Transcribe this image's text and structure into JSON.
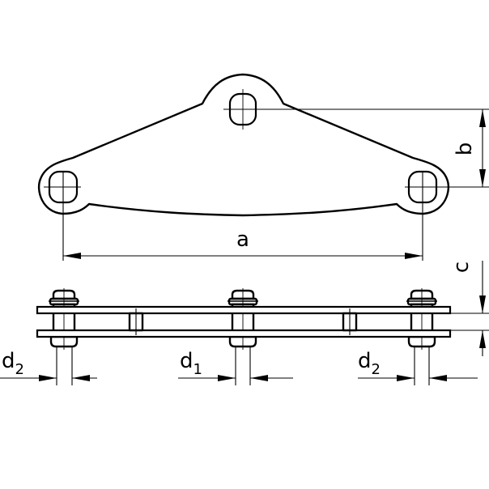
{
  "dimensions": {
    "a": "a",
    "b": "b",
    "c": "c",
    "d1": {
      "base": "d",
      "sub": "1"
    },
    "d2_left": {
      "base": "d",
      "sub": "2"
    },
    "d2_right": {
      "base": "d",
      "sub": "2"
    }
  },
  "colors": {
    "line": "#000000",
    "background": "#ffffff"
  }
}
